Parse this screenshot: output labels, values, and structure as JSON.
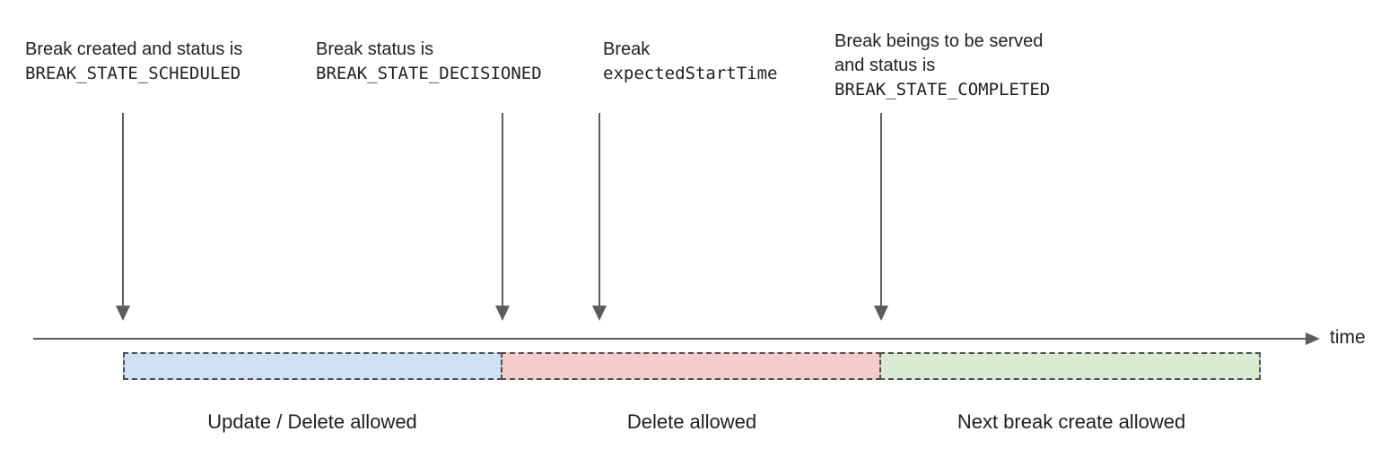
{
  "colors": {
    "scheduled_fill": "#cfe2f3",
    "decisioned_fill": "#f4cccc",
    "completed_fill": "#d9ead3",
    "segment_border": "#4d4d4d",
    "arrow_and_axis": "#5c5c5c",
    "text": "#1f1f1f"
  },
  "annotations": [
    {
      "line1": "Break created and status is",
      "line2": "BREAK_STATE_SCHEDULED"
    },
    {
      "line1": "Break status is",
      "line2": "BREAK_STATE_DECISIONED"
    },
    {
      "line1": "Break",
      "line2": "expectedStartTime"
    },
    {
      "line1": "Break beings to be served",
      "line2": "and status is",
      "line3": "BREAK_STATE_COMPLETED"
    }
  ],
  "timeline": {
    "axis_label": "time"
  },
  "segment_labels": [
    "Update / Delete allowed",
    "Delete allowed",
    "Next break create allowed"
  ]
}
